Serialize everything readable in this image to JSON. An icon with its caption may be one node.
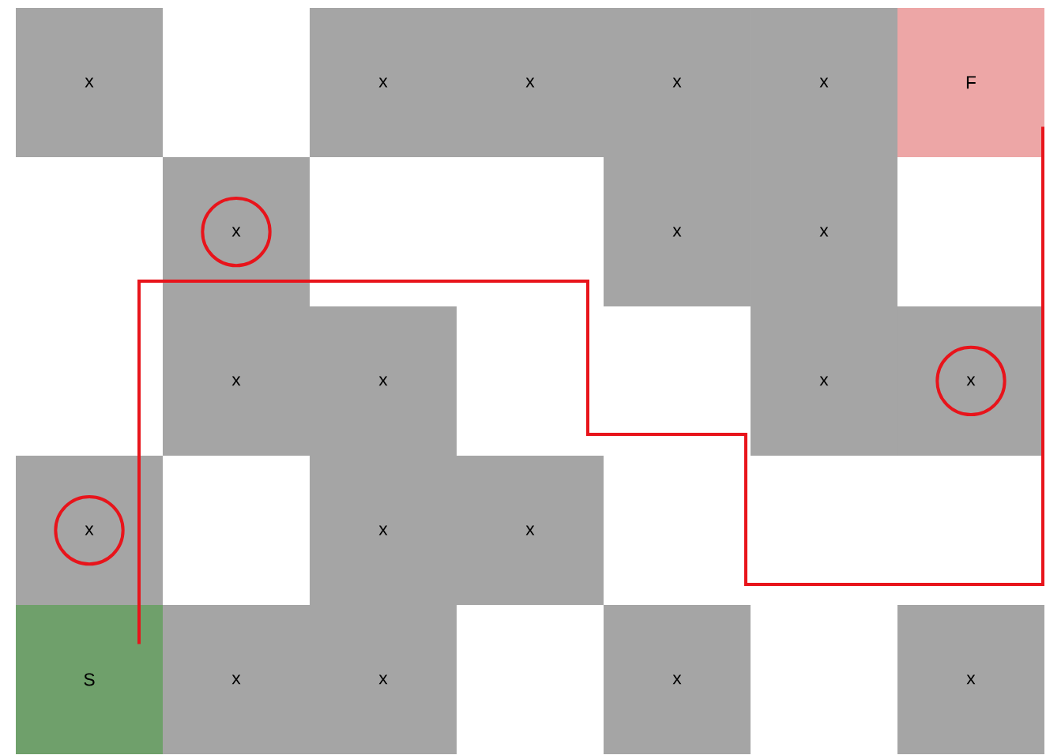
{
  "diagram": {
    "nodes": [
      {
        "text": [
          "x"
        ]
      },
      {
        "text": [
          "x"
        ]
      },
      {
        "text": [
          "x"
        ]
      },
      {
        "text": [
          "x"
        ]
      },
      {
        "text": [
          "x"
        ]
      },
      {
        "text": [
          "F"
        ]
      },
      {
        "text": [],
        "shape": "box"
      },
      {
        "text": [
          "x"
        ],
        "in": 6
      },
      {
        "text": [
          "x"
        ]
      },
      {
        "text": [
          "x"
        ]
      },
      {
        "text": [
          "x"
        ]
      },
      {
        "text": [
          "x"
        ]
      },
      {
        "text": [
          "x"
        ]
      },
      {
        "text": [],
        "shape": "box"
      },
      {
        "text": [
          "x"
        ],
        "in": 13
      },
      {
        "text": [],
        "shape": "box"
      },
      {
        "text": [
          "x"
        ],
        "in": 15
      },
      {
        "text": [
          "x"
        ]
      },
      {
        "text": [
          "x"
        ]
      },
      {
        "text": [
          "S"
        ]
      },
      {
        "text": [
          "x"
        ]
      },
      {
        "text": [
          "x"
        ]
      },
      {
        "text": [
          "x"
        ]
      },
      {
        "text": [
          "x"
        ]
      }
    ],
    "edges": [
      {
        "from": 19,
        "to": 5,
        "arrow": "none",
        "color": "#e8141b"
      }
    ]
  }
}
